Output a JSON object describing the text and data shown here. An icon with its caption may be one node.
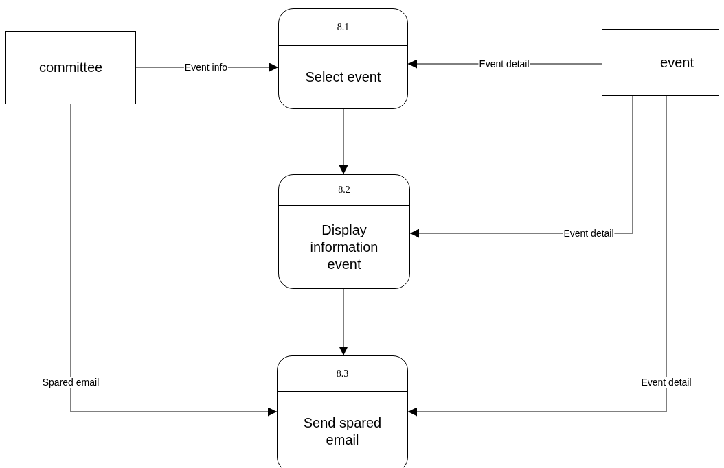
{
  "diagram": {
    "nodes": [
      {
        "text": [
          "committee"
        ]
      },
      {
        "text": [
          "8.1",
          "Select event"
        ]
      },
      {
        "text": [
          "event"
        ]
      },
      {
        "text": [
          "8.2",
          "Display information event"
        ]
      },
      {
        "text": [
          "8.3",
          "Send spared email"
        ]
      }
    ],
    "edges": [
      {
        "from": 0,
        "to": 1,
        "arrow": "to",
        "label": "Event info"
      },
      {
        "from": 2,
        "to": 1,
        "arrow": "to",
        "label": "Event detail"
      },
      {
        "from": 1,
        "to": 3,
        "arrow": "to"
      },
      {
        "from": 2,
        "to": 3,
        "arrow": "to",
        "label": "Event detail"
      },
      {
        "from": 3,
        "to": 4,
        "arrow": "to"
      },
      {
        "from": 0,
        "to": 4,
        "arrow": "to",
        "label": "Spared email"
      },
      {
        "from": 2,
        "to": 4,
        "arrow": "to",
        "label": "Event detail"
      }
    ]
  }
}
